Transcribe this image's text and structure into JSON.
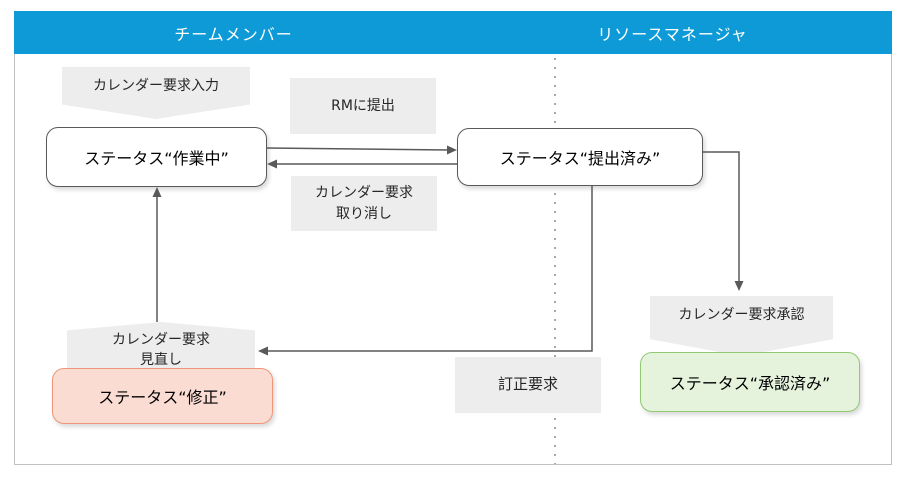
{
  "header": {
    "lanes": [
      {
        "label": "チームメンバー"
      },
      {
        "label": "リソースマネージャ"
      }
    ],
    "bg_color": "#0e9ad6",
    "text_color": "#ffffff"
  },
  "nodes": {
    "working": {
      "label": "ステータス“作業中”"
    },
    "submitted": {
      "label": "ステータス“提出済み”"
    },
    "revision": {
      "label": "ステータス“修正”"
    },
    "approved": {
      "label": "ステータス“承認済み”"
    }
  },
  "labels": {
    "calendar_input": {
      "text": "カレンダー要求入力"
    },
    "submit_to_rm": {
      "text": "RMに提出"
    },
    "cancel_request": {
      "line1": "カレンダー要求",
      "line2": "取り消し"
    },
    "review_request": {
      "line1": "カレンダー要求",
      "line2": "見直し"
    },
    "correction_request": {
      "text": "訂正要求"
    },
    "approval": {
      "text": "カレンダー要求承認"
    }
  },
  "colors": {
    "header_blue": "#0e9ad6",
    "label_gray": "#ededed",
    "node_border_gray": "#595959",
    "revision_fill": "#fadcd2",
    "revision_border": "#f09579",
    "approved_fill": "#e5f3dd",
    "approved_border": "#8fc973",
    "connector": "#595959",
    "divider_dot": "#a6a6a6",
    "frame_border": "#bfbfbf"
  }
}
